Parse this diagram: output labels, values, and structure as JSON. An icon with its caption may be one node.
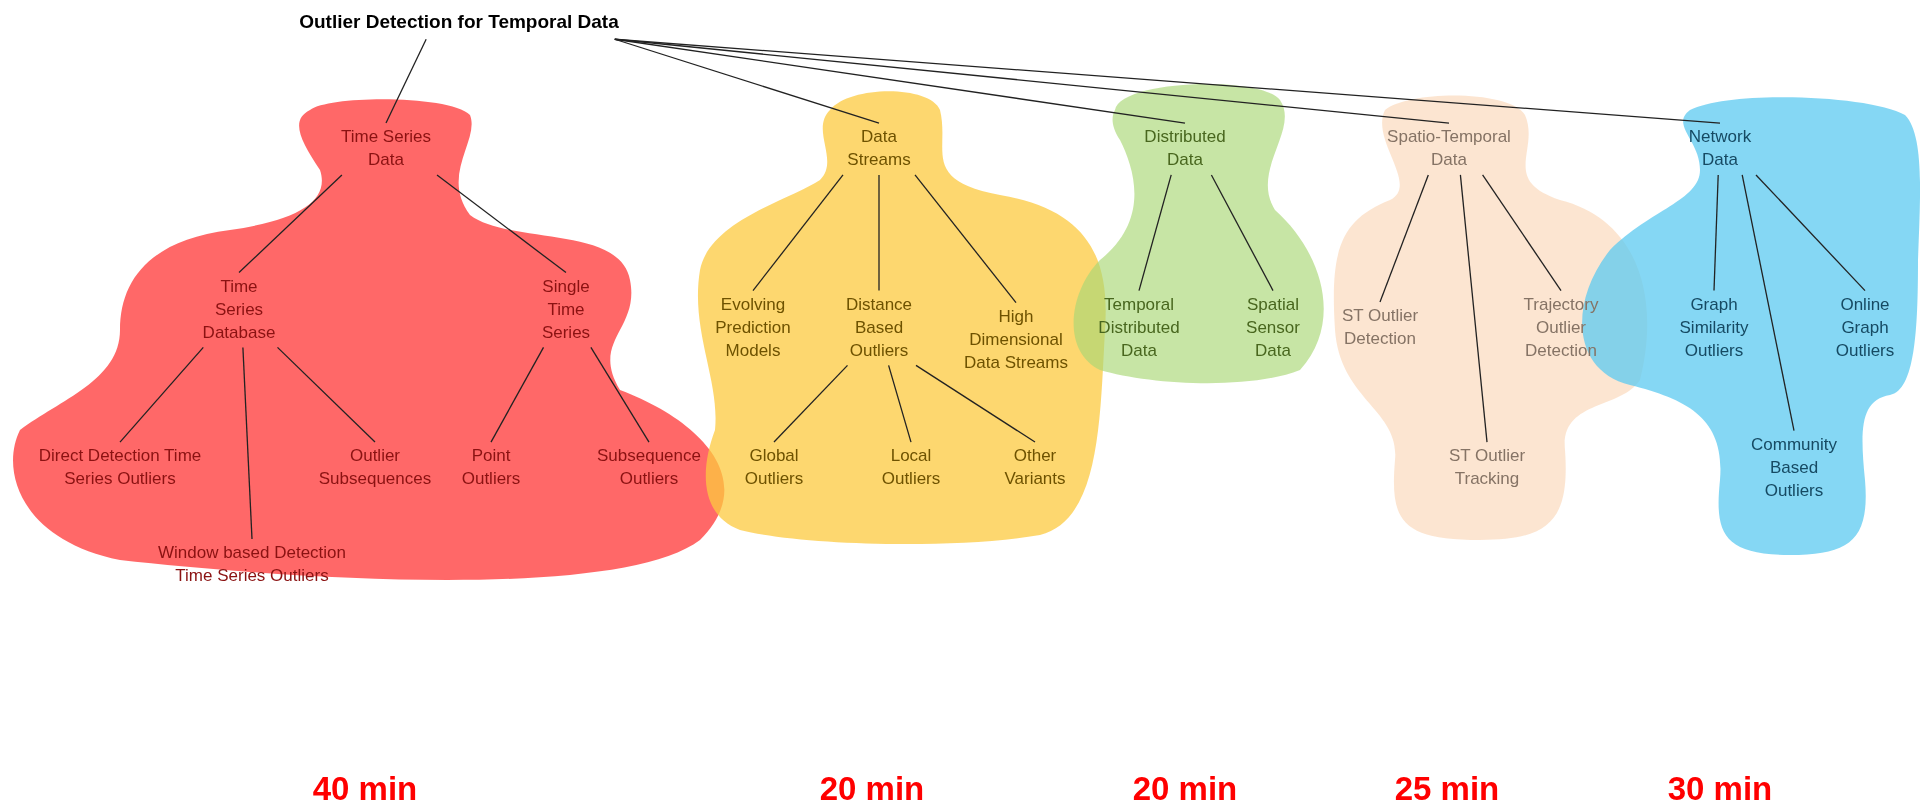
{
  "diagram": {
    "nodes": [
      {
        "text": [
          "Outlier Detection for Temporal Data"
        ]
      },
      {
        "text": [
          "Time Series Data"
        ]
      },
      {
        "text": [
          "Time Series Database"
        ]
      },
      {
        "text": [
          "Single Time Series"
        ]
      },
      {
        "text": [
          "Direct Detection Time Series Outliers"
        ]
      },
      {
        "text": [
          "Window based Detection Time Series Outliers"
        ]
      },
      {
        "text": [
          "Outlier Subsequences"
        ]
      },
      {
        "text": [
          "Point Outliers"
        ]
      },
      {
        "text": [
          "Subsequence Outliers"
        ]
      },
      {
        "text": [
          "Data Streams"
        ]
      },
      {
        "text": [
          "Evolving Prediction Models"
        ]
      },
      {
        "text": [
          "Distance Based Outliers"
        ]
      },
      {
        "text": [
          "High Dimensional Data Streams"
        ]
      },
      {
        "text": [
          "Global Outliers"
        ]
      },
      {
        "text": [
          "Local Outliers"
        ]
      },
      {
        "text": [
          "Other Variants"
        ]
      },
      {
        "text": [
          "Distributed Data"
        ]
      },
      {
        "text": [
          "Temporal Distributed Data"
        ]
      },
      {
        "text": [
          "Spatial Sensor Data"
        ]
      },
      {
        "text": [
          "Spatio-Temporal Data"
        ]
      },
      {
        "text": [
          "ST Outlier Detection"
        ]
      },
      {
        "text": [
          "Trajectory Outlier Detection"
        ]
      },
      {
        "text": [
          "ST Outlier Tracking"
        ]
      },
      {
        "text": [
          "Network Data"
        ]
      },
      {
        "text": [
          "Graph Similarity Outliers"
        ]
      },
      {
        "text": [
          "Online Graph Outliers"
        ]
      },
      {
        "text": [
          "Community Based Outliers"
        ]
      }
    ],
    "edges": [
      {
        "from": 0,
        "to": 1,
        "arrow": "none"
      },
      {
        "from": 0,
        "to": 9,
        "arrow": "none"
      },
      {
        "from": 0,
        "to": 16,
        "arrow": "none"
      },
      {
        "from": 0,
        "to": 19,
        "arrow": "none"
      },
      {
        "from": 0,
        "to": 23,
        "arrow": "none"
      },
      {
        "from": 1,
        "to": 2,
        "arrow": "none"
      },
      {
        "from": 1,
        "to": 3,
        "arrow": "none"
      },
      {
        "from": 2,
        "to": 4,
        "arrow": "none"
      },
      {
        "from": 2,
        "to": 5,
        "arrow": "none"
      },
      {
        "from": 2,
        "to": 6,
        "arrow": "none"
      },
      {
        "from": 3,
        "to": 7,
        "arrow": "none"
      },
      {
        "from": 3,
        "to": 8,
        "arrow": "none"
      },
      {
        "from": 9,
        "to": 10,
        "arrow": "none"
      },
      {
        "from": 9,
        "to": 11,
        "arrow": "none"
      },
      {
        "from": 9,
        "to": 12,
        "arrow": "none"
      },
      {
        "from": 11,
        "to": 13,
        "arrow": "none"
      },
      {
        "from": 11,
        "to": 14,
        "arrow": "none"
      },
      {
        "from": 11,
        "to": 15,
        "arrow": "none"
      },
      {
        "from": 16,
        "to": 17,
        "arrow": "none"
      },
      {
        "from": 16,
        "to": 18,
        "arrow": "none"
      },
      {
        "from": 19,
        "to": 20,
        "arrow": "none"
      },
      {
        "from": 19,
        "to": 21,
        "arrow": "none"
      },
      {
        "from": 19,
        "to": 22,
        "arrow": "none"
      },
      {
        "from": 23,
        "to": 24,
        "arrow": "none"
      },
      {
        "from": 23,
        "to": 25,
        "arrow": "none"
      },
      {
        "from": 23,
        "to": 26,
        "arrow": "none"
      }
    ],
    "labels": [
      "40 min",
      "20 min",
      "20 min",
      "25 min",
      "30 min"
    ]
  }
}
